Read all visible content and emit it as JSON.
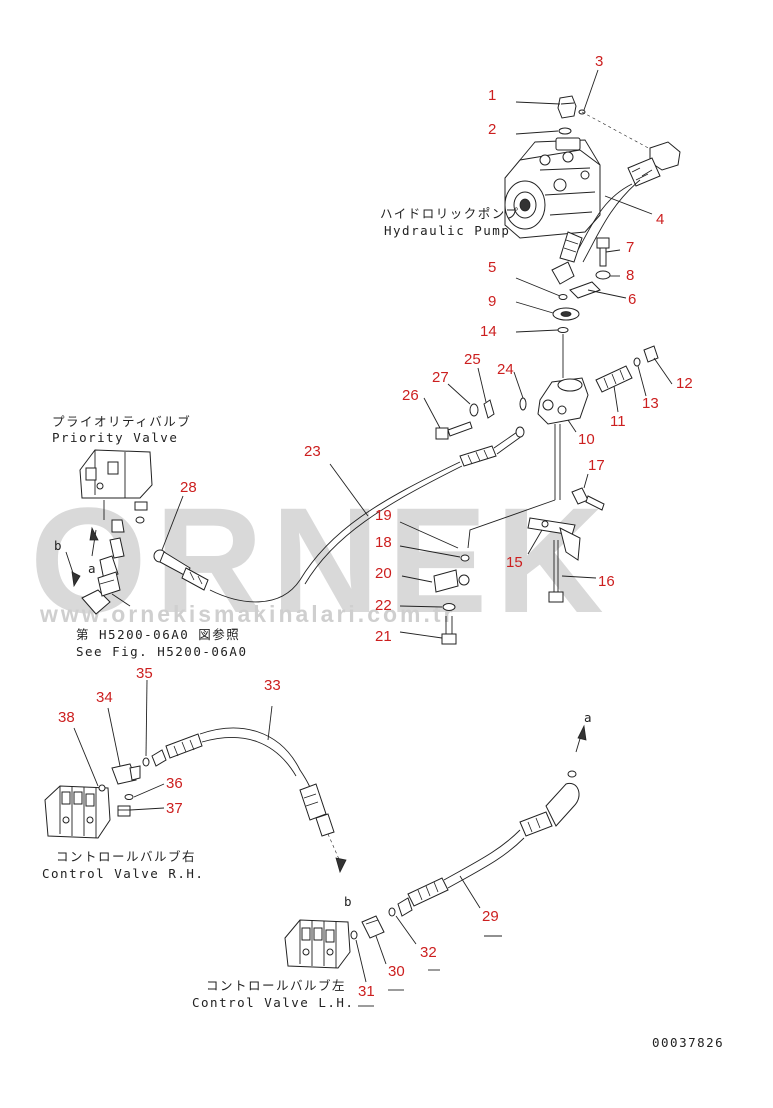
{
  "watermark": {
    "brand": "ORNEK",
    "url": "www.ornekismakinalari.com.tr"
  },
  "labels": {
    "hydraulic_pump_jp": "ハイドロリックポンプ",
    "hydraulic_pump_en": "Hydraulic Pump",
    "priority_valve_jp": "プライオリティバルブ",
    "priority_valve_en": "Priority Valve",
    "see_fig_jp": "第 H5200-06A0 図参照",
    "see_fig_en": "See Fig. H5200-06A0",
    "control_valve_rh_jp": "コントロールバルブ右",
    "control_valve_rh_en": "Control Valve R.H.",
    "control_valve_lh_jp": "コントロールバルブ左",
    "control_valve_lh_en": "Control Valve L.H.",
    "ref_a_top": "a",
    "ref_a_bottom": "a",
    "ref_b_top": "b",
    "ref_b_bottom": "b",
    "figure_code": "00037826"
  },
  "parts": [
    "1",
    "2",
    "3",
    "4",
    "5",
    "6",
    "7",
    "8",
    "9",
    "10",
    "11",
    "12",
    "13",
    "14",
    "15",
    "16",
    "17",
    "18",
    "19",
    "20",
    "21",
    "22",
    "23",
    "24",
    "25",
    "26",
    "27",
    "28",
    "29",
    "30",
    "31",
    "32",
    "33",
    "34",
    "35",
    "36",
    "37",
    "38"
  ]
}
